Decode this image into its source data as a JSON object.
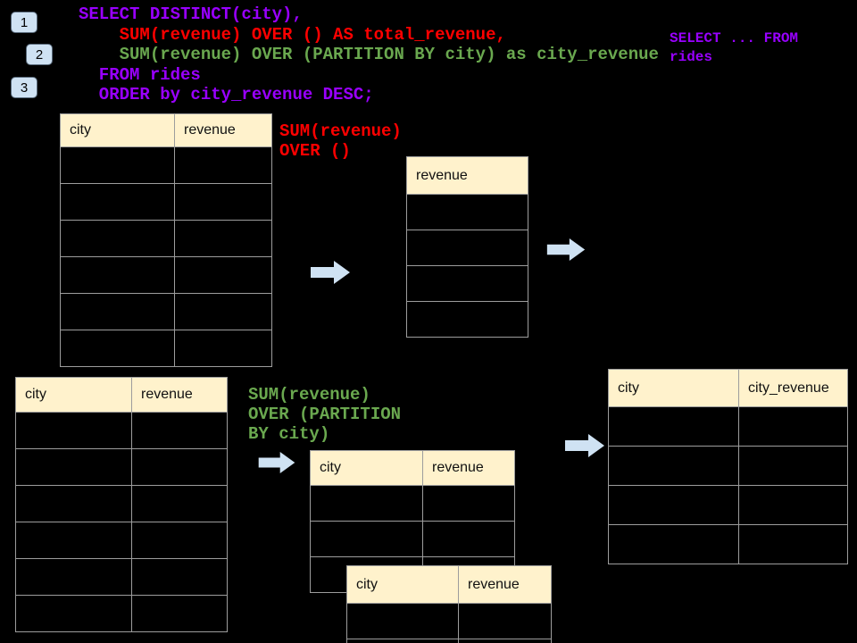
{
  "colors": {
    "background": "#000000",
    "header_fill": "#FFF2CC",
    "badge_fill": "#CFE2F3",
    "arrow_fill": "#CFE2F3",
    "table_border": "#9d9d9d",
    "sql_purple": "#9900FF",
    "sql_red": "#FF0000",
    "sql_green": "#6AA84F"
  },
  "icons": {
    "flow_arrow": "right-block-arrow"
  },
  "badges": [
    {
      "label": "1"
    },
    {
      "label": "2"
    },
    {
      "label": "3"
    }
  ],
  "sql_main": {
    "lines": [
      {
        "text": "SELECT DISTINCT(city),",
        "color": "purple"
      },
      {
        "text": "    SUM(revenue) OVER () AS total_revenue,",
        "color": "red"
      },
      {
        "text": "    SUM(revenue) OVER (PARTITION BY city) as city_revenue",
        "color": "green"
      },
      {
        "text": "  FROM rides",
        "color": "purple"
      },
      {
        "text": "  ORDER by city_revenue DESC;",
        "color": "purple"
      }
    ]
  },
  "sql_fragment_note": {
    "lines": [
      {
        "text": "SELECT ... FROM",
        "color": "purple"
      },
      {
        "text": "rides",
        "color": "purple"
      }
    ]
  },
  "annotation_total": {
    "lines": [
      {
        "text": "SUM(revenue)",
        "color": "red"
      },
      {
        "text": "OVER ()",
        "color": "red"
      }
    ]
  },
  "annotation_partition": {
    "lines": [
      {
        "text": "SUM(revenue)",
        "color": "green"
      },
      {
        "text": "OVER (PARTITION",
        "color": "green"
      },
      {
        "text": "BY city)",
        "color": "green"
      }
    ]
  },
  "tables": {
    "source1": {
      "headers": [
        "city",
        "revenue"
      ],
      "empty_rows": 6
    },
    "total_result": {
      "headers": [
        "revenue"
      ],
      "empty_rows": 4
    },
    "source2": {
      "headers": [
        "city",
        "revenue"
      ],
      "empty_rows": 6
    },
    "partition_back": {
      "headers": [
        "city",
        "revenue"
      ],
      "empty_rows": 3
    },
    "partition_front": {
      "headers": [
        "city",
        "revenue"
      ],
      "empty_rows": 2
    },
    "city_revenue_result": {
      "headers": [
        "city",
        "city_revenue"
      ],
      "empty_rows": 4
    }
  }
}
